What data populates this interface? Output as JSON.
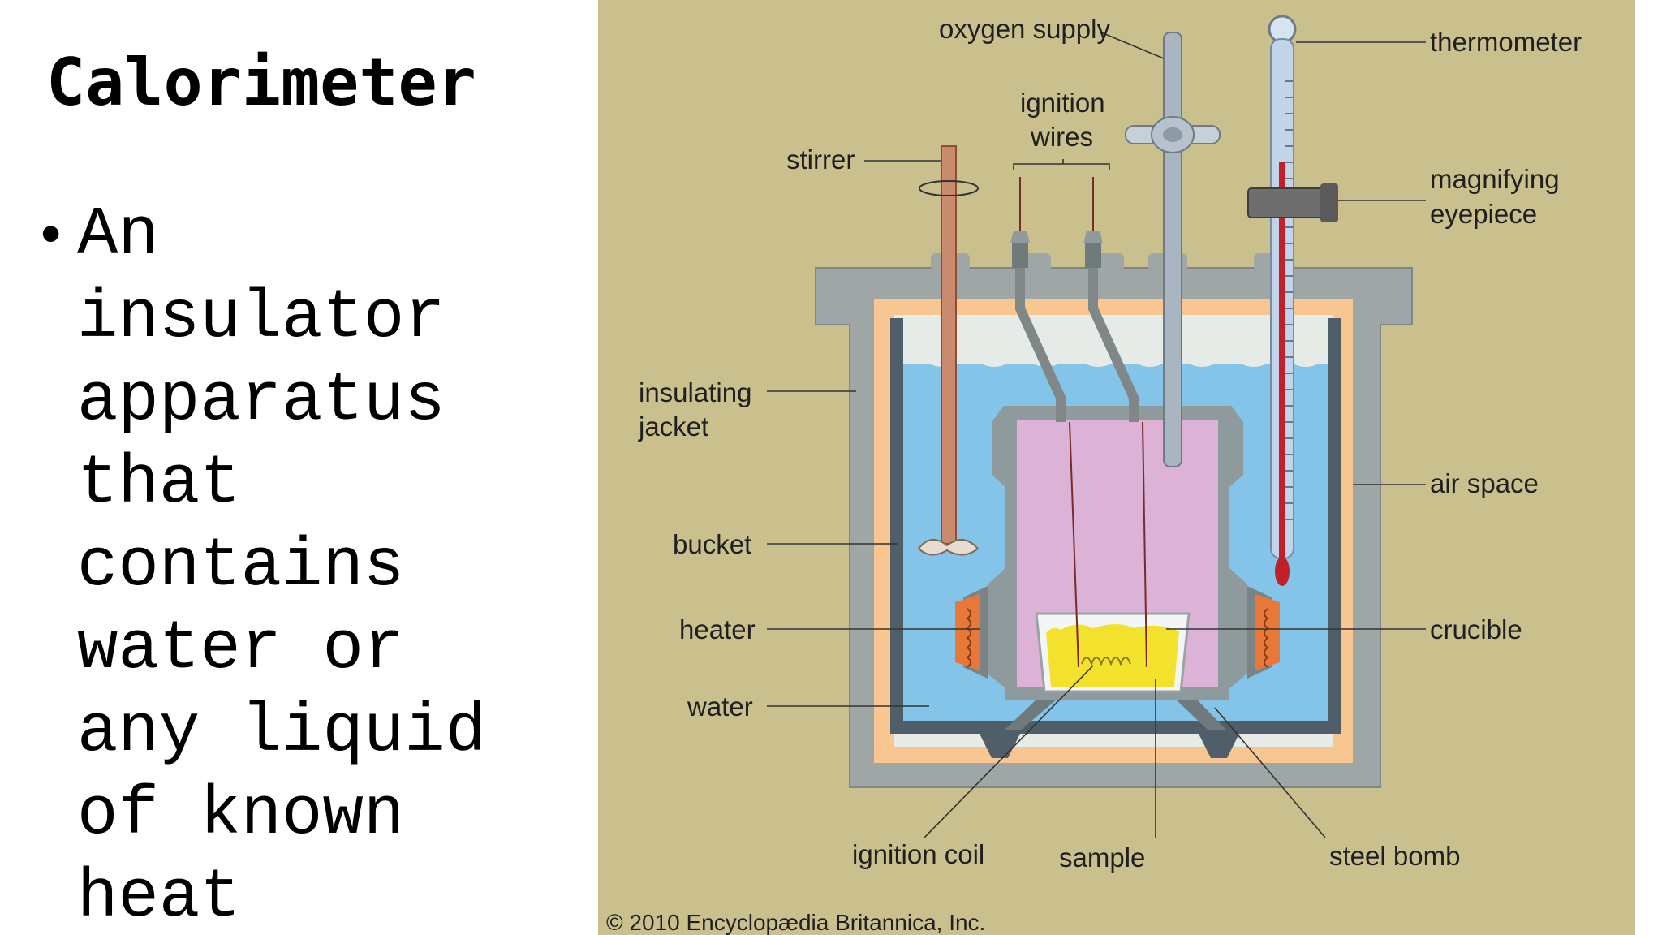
{
  "slide": {
    "title": "Calorimeter",
    "bullet_marker": "•",
    "bullet_lines": [
      "An",
      "insulator",
      "apparatus",
      "that",
      "contains",
      "water or",
      "any liquid",
      "of known",
      "heat"
    ]
  },
  "diagram": {
    "labels": {
      "oxygen_supply": "oxygen supply",
      "thermometer": "thermometer",
      "ignition_wires_1": "ignition",
      "ignition_wires_2": "wires",
      "stirrer": "stirrer",
      "magnifying_eyepiece_1": "magnifying",
      "magnifying_eyepiece_2": "eyepiece",
      "insulating_jacket_1": "insulating",
      "insulating_jacket_2": "jacket",
      "air_space": "air space",
      "bucket": "bucket",
      "heater": "heater",
      "crucible": "crucible",
      "water": "water",
      "ignition_coil": "ignition coil",
      "sample": "sample",
      "steel_bomb": "steel bomb"
    },
    "credit": "© 2010 Encyclopædia Britannica, Inc.",
    "colors": {
      "background": "#c9c08e",
      "jacket_steel": "#9ea6a6",
      "insulation": "#f8c791",
      "water": "#83c4e8",
      "bomb": "#dcb3d6",
      "heater": "#e8783a",
      "sample": "#f2e22e",
      "stirrer": "#c98a6d",
      "thermometer_liquid": "#c0202a"
    }
  }
}
